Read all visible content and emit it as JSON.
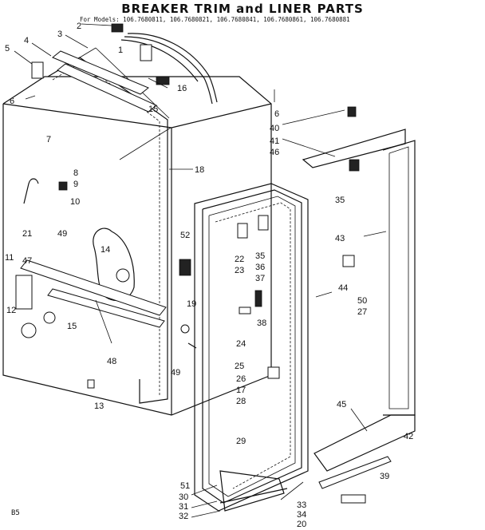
{
  "title": "BREAKER TRIM and LINER PARTS",
  "subtitle": "For Models: 106.7680811, 106.7680821, 106.7680841, 106.7680861, 106.7680881",
  "footer_code": "B5",
  "callouts": [
    "1",
    "2",
    "3",
    "4",
    "5",
    "6",
    "6",
    "7",
    "8",
    "9",
    "10",
    "11",
    "12",
    "13",
    "14",
    "15",
    "15",
    "16",
    "17",
    "18",
    "19",
    "20",
    "21",
    "22",
    "23",
    "24",
    "25",
    "26",
    "27",
    "28",
    "29",
    "30",
    "31",
    "32",
    "33",
    "34",
    "35",
    "35",
    "36",
    "37",
    "38",
    "39",
    "40",
    "41",
    "42",
    "43",
    "44",
    "45",
    "46",
    "47",
    "48",
    "49",
    "49",
    "50",
    "51",
    "52"
  ]
}
